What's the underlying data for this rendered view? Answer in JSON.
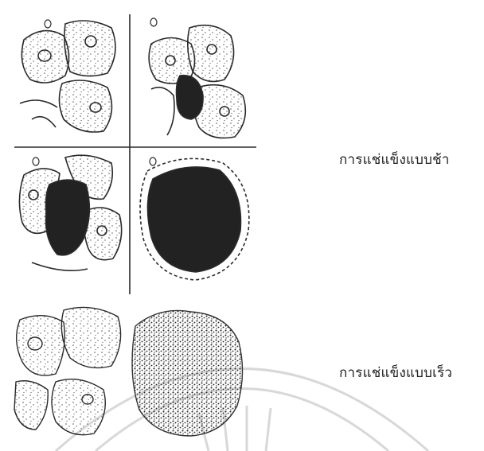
{
  "captions": {
    "slow_freezing": "การแช่แข็งแบบช้า",
    "fast_freezing": "การแช่แข็งแบบเร็ว"
  },
  "panel_markers": [
    "0",
    "0",
    "0",
    "0"
  ],
  "colors": {
    "ink": "#2a2a2a",
    "ice_crystal": "#222222",
    "watermark": "#d8d8d8",
    "background": "#ffffff"
  }
}
